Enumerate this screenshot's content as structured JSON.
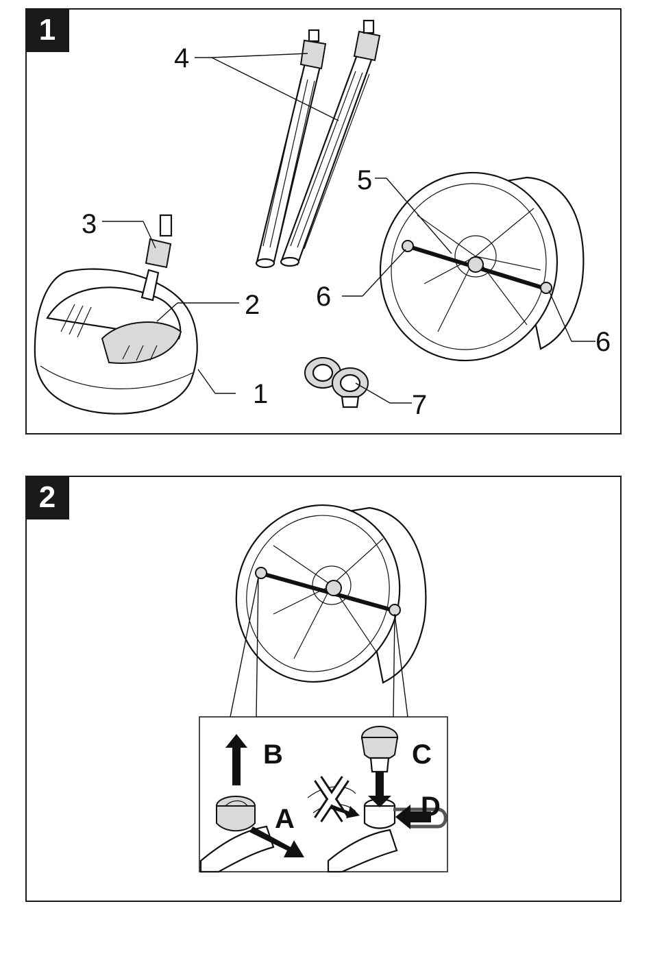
{
  "figures": [
    {
      "number": "1",
      "callouts": [
        "1",
        "2",
        "3",
        "4",
        "5",
        "6",
        "6",
        "7"
      ]
    },
    {
      "number": "2",
      "letters": [
        "A",
        "B",
        "C",
        "D"
      ]
    }
  ]
}
